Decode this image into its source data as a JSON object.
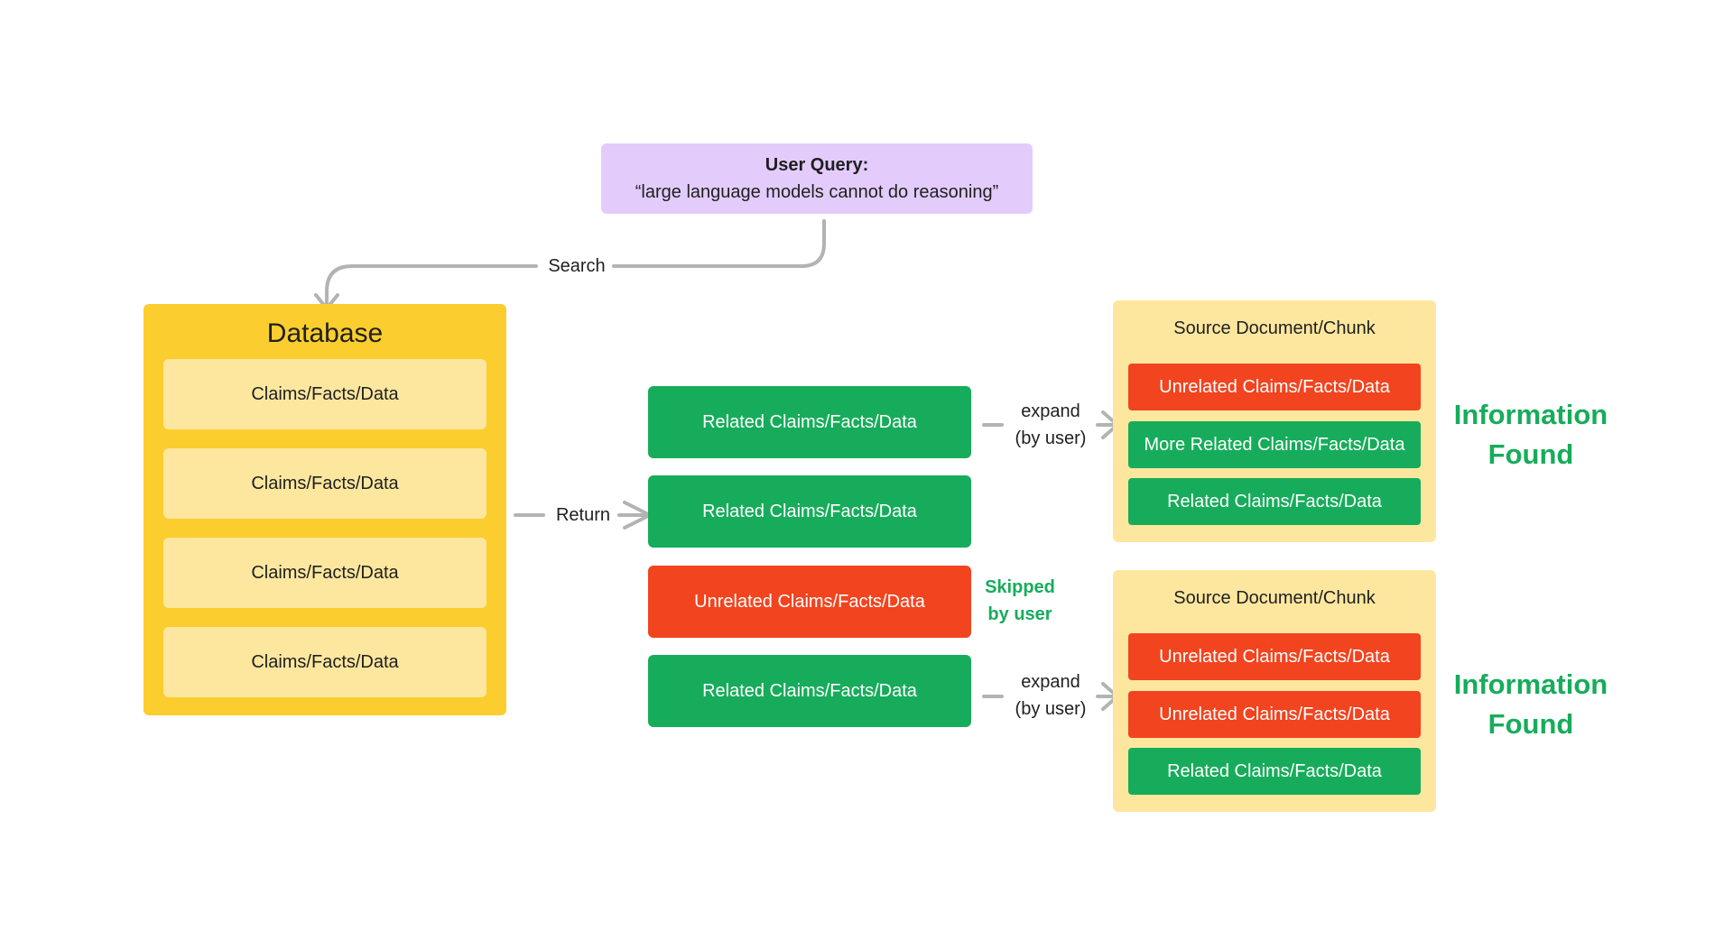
{
  "query": {
    "title": "User Query:",
    "text": "“large language models cannot do reasoning”"
  },
  "edges": {
    "search": "Search",
    "return": "Return",
    "expand_1": "expand",
    "expand_1_sub": "(by user)",
    "expand_2": "expand",
    "expand_2_sub": "(by user)"
  },
  "database": {
    "title": "Database",
    "items": [
      "Claims/Facts/Data",
      "Claims/Facts/Data",
      "Claims/Facts/Data",
      "Claims/Facts/Data"
    ]
  },
  "results": [
    {
      "label": "Related Claims/Facts/Data",
      "status": "related"
    },
    {
      "label": "Related Claims/Facts/Data",
      "status": "related"
    },
    {
      "label": "Unrelated Claims/Facts/Data",
      "status": "unrelated"
    },
    {
      "label": "Related Claims/Facts/Data",
      "status": "related"
    }
  ],
  "skipped": {
    "line1": "Skipped",
    "line2": "by user"
  },
  "sources": [
    {
      "title": "Source Document/Chunk",
      "items": [
        {
          "label": "Unrelated Claims/Facts/Data",
          "status": "unrelated"
        },
        {
          "label": "More Related Claims/Facts/Data",
          "status": "related"
        },
        {
          "label": "Related Claims/Facts/Data",
          "status": "related"
        }
      ],
      "outcome_line1": "Information",
      "outcome_line2": "Found"
    },
    {
      "title": "Source Document/Chunk",
      "items": [
        {
          "label": "Unrelated Claims/Facts/Data",
          "status": "unrelated"
        },
        {
          "label": "Unrelated Claims/Facts/Data",
          "status": "unrelated"
        },
        {
          "label": "Related Claims/Facts/Data",
          "status": "related"
        }
      ],
      "outcome_line1": "Information",
      "outcome_line2": "Found"
    }
  ],
  "colors": {
    "query_bg": "#e3ccfc",
    "database_bg": "#fccd2e",
    "item_bg": "#fde79f",
    "related": "#17ac5b",
    "unrelated": "#f1441f",
    "arrow": "#b3b3b3"
  }
}
